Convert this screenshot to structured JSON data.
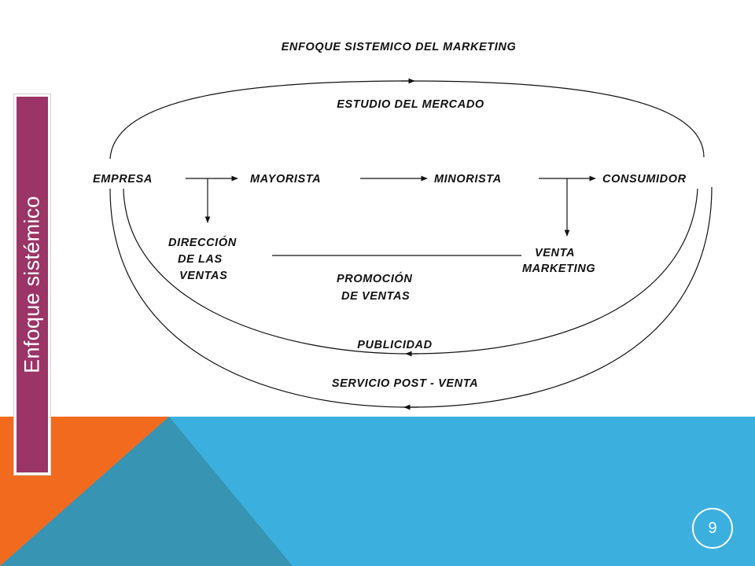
{
  "slide": {
    "side_title": "Enfoque sistémico",
    "page_number": "9",
    "colors": {
      "accent": "#9B3467",
      "orange": "#F26A1E",
      "blue": "#3BB0DF",
      "teal": "#3794B2"
    }
  },
  "diagram": {
    "title": "ENFOQUE SISTEMICO DEL MARKETING",
    "top_arc": "ESTUDIO DEL MERCADO",
    "nodes": {
      "empresa": "EMPRESA",
      "mayorista": "MAYORISTA",
      "minorista": "MINORISTA",
      "consumidor": "CONSUMIDOR"
    },
    "direccion": [
      "DIRECCIÓN",
      "DE  LAS",
      "VENTAS"
    ],
    "venta": [
      "VENTA",
      "MARKETING"
    ],
    "promocion": [
      "PROMOCIÓN",
      "DE VENTAS"
    ],
    "publicidad": "PUBLICIDAD",
    "servicio": "SERVICIO  POST - VENTA"
  }
}
